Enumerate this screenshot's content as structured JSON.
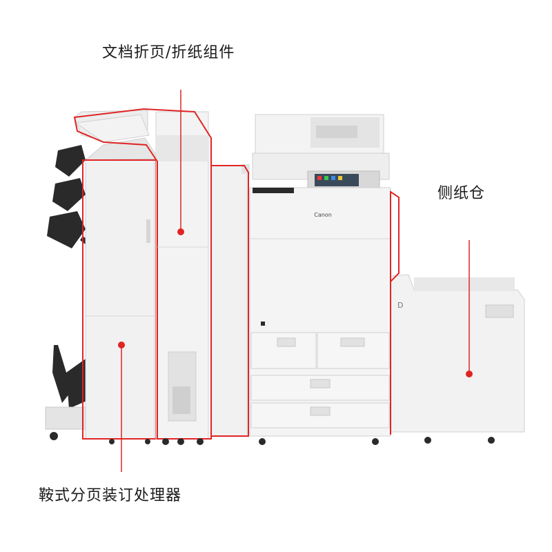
{
  "labels": {
    "folding_unit": "文档折页/折纸组件",
    "side_paper_deck": "侧纸仓",
    "booklet_finisher": "鞍式分页装订处理器"
  },
  "machine": {
    "brand": "Canon",
    "side_deck_letter": "D"
  },
  "colors": {
    "outline_red": "#e02424",
    "body_light": "#f1f1f1",
    "body_mid": "#e4e4e4",
    "body_dark": "#c9c9c9",
    "tray_dark": "#2a2a2a",
    "background": "#ffffff"
  }
}
